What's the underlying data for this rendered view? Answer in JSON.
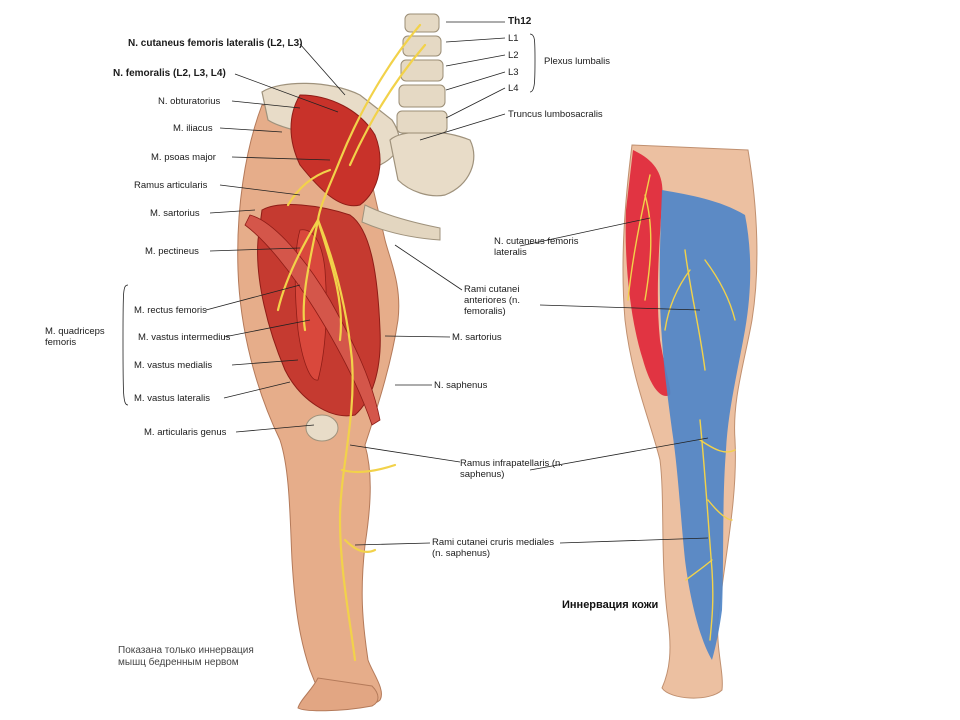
{
  "labels_left": {
    "cut_fem_lat": "N. cutaneus femoris lateralis (L2, L3)",
    "femoralis": "N. femoralis (L2, L3, L4)",
    "obturatorius": "N. obturatorius",
    "iliacus": "M. iliacus",
    "psoas": "M. psoas major",
    "ramus_art": "Ramus articularis",
    "sartorius": "M. sartorius",
    "pectineus": "M. pectineus",
    "rectus_fem": "M. rectus femoris",
    "vastus_int": "M. vastus intermedius",
    "vastus_med": "M. vastus medialis",
    "vastus_lat": "M. vastus lateralis",
    "quadriceps": "M. quadriceps femoris",
    "art_genus": "M. articularis genus"
  },
  "labels_spine": {
    "th12": "Th12",
    "l1": "L1",
    "l2": "L2",
    "l3": "L3",
    "l4": "L4",
    "plexus": "Plexus lumbalis",
    "truncus": "Truncus lumbosacralis"
  },
  "labels_mid": {
    "cut_fem_lat_r": "N. cutaneus femoris lateralis",
    "rami_cut_ant": "Rami cutanei anteriores (n. femoralis)",
    "sartorius_r": "M. sartorius",
    "saphenus": "N. saphenus",
    "infrapatellaris": "Ramus infrapatellaris (n. saphenus)",
    "rami_cut_cruris": "Rami cutanei cruris mediales (n. saphenus)"
  },
  "note": "Показана только иннервация мышц бедренным нервом",
  "caption": "Иннервация кожи",
  "colors": {
    "skin": "#e6ad8a",
    "muscle": "#c8322a",
    "bone": "#e8dcc8",
    "nerve": "#f2d24a",
    "zone_lateral": "#e0283a",
    "zone_medial": "#4f86c8"
  }
}
